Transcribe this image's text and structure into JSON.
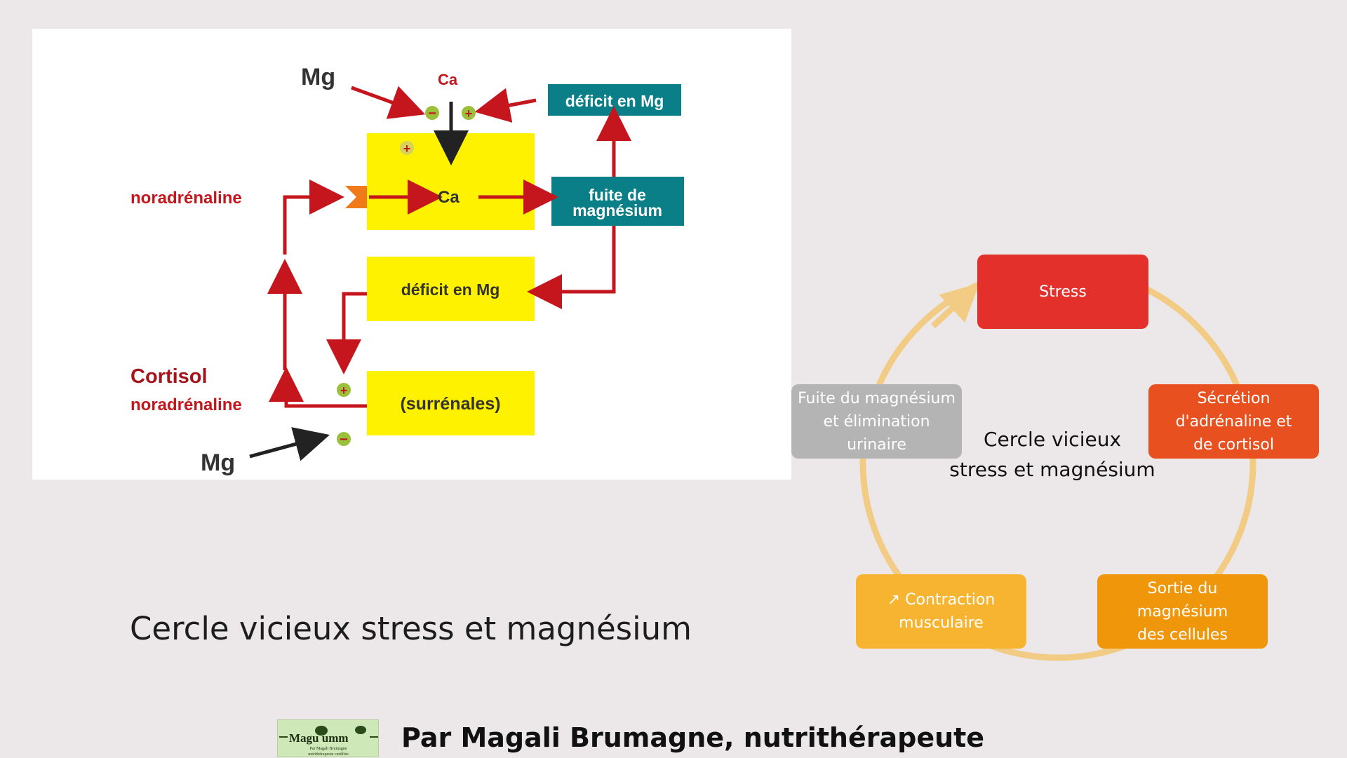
{
  "diagram": {
    "mg_top": "Mg",
    "ca_top": "Ca",
    "minus": "−",
    "plus": "+",
    "deficit_top": "déficit en Mg",
    "noradrenaline_top": "noradrénaline",
    "ca_center": "Ca",
    "fuite_line1": "fuite de",
    "fuite_line2": "magnésium",
    "deficit_middle": "déficit en Mg",
    "cortisol": "Cortisol",
    "noradrenaline_bottom": "noradrénaline",
    "surrenales": "(surrénales)",
    "mg_bottom": "Mg"
  },
  "cycle": {
    "center_line1": "Cercle vicieux",
    "center_line2": "stress et magnésium",
    "stress": "Stress",
    "secretion": [
      "Sécrétion",
      "d'adrénaline et",
      "de cortisol"
    ],
    "sortie": [
      "Sortie du magnésium",
      "des cellules"
    ],
    "contraction": [
      "Contraction",
      "musculaire"
    ],
    "contraction_prefix": "↗",
    "fuite": [
      "Fuite du magnésium",
      "et élimination",
      "urinaire"
    ]
  },
  "caption": "Cercle vicieux stress et magnésium",
  "logo": {
    "brand": "Magu  umm",
    "line1": "Par Magali Brumagne",
    "line2": "nutrithérapeute certifiée"
  },
  "author": "Par Magali Brumagne, nutrithérapeute"
}
